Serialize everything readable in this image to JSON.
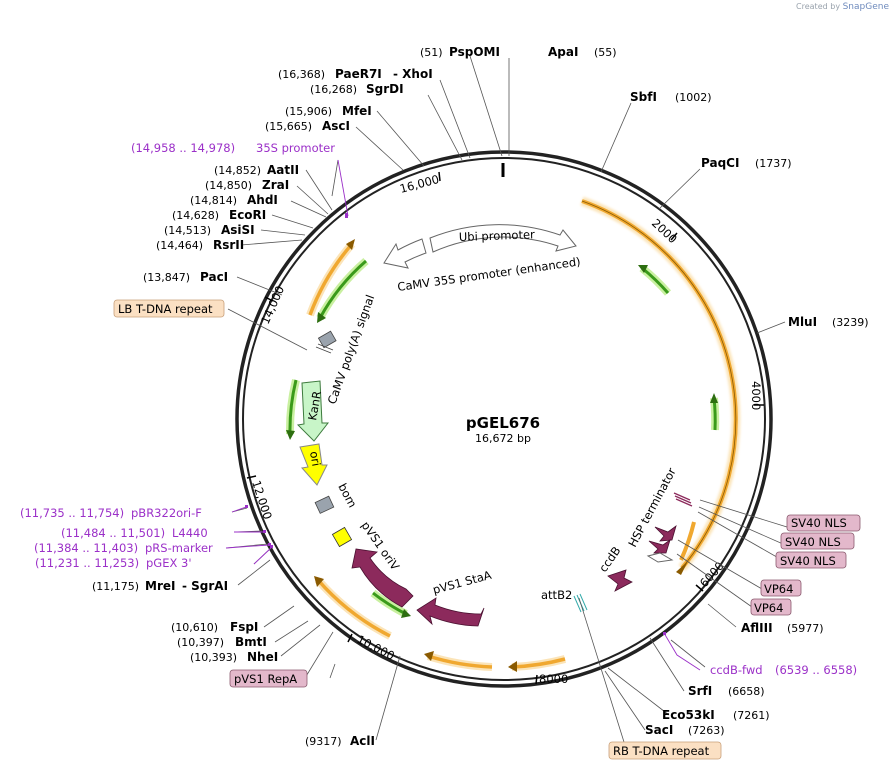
{
  "credit": {
    "prefix": "Created by",
    "brand": "SnapGene"
  },
  "plasmid": {
    "name": "pGEL676",
    "size": "16,672 bp"
  },
  "ticks": [
    {
      "label": "2000"
    },
    {
      "label": "4000"
    },
    {
      "label": "6000"
    },
    {
      "label": "8000"
    },
    {
      "label": "10,000"
    },
    {
      "label": "12,000"
    },
    {
      "label": "14,000"
    },
    {
      "label": "16,000"
    }
  ],
  "sites": [
    {
      "pos": "(51)",
      "name": "PspOMI"
    },
    {
      "name": "ApaI",
      "pos": "(55)"
    },
    {
      "pos": "(16,368)",
      "name": "PaeR7I",
      "name2": "- XhoI"
    },
    {
      "pos": "(16,268)",
      "name": "SgrDI"
    },
    {
      "name": "SbfI",
      "pos": "(1002)"
    },
    {
      "pos": "(15,906)",
      "name": "MfeI"
    },
    {
      "pos": "(15,665)",
      "name": "AscI"
    },
    {
      "name": "PaqCI",
      "pos": "(1737)"
    },
    {
      "pos": "(14,852)",
      "name": "AatII"
    },
    {
      "pos": "(14,850)",
      "name": "ZraI"
    },
    {
      "pos": "(14,814)",
      "name": "AhdI"
    },
    {
      "pos": "(14,628)",
      "name": "EcoRI"
    },
    {
      "pos": "(14,513)",
      "name": "AsiSI"
    },
    {
      "pos": "(14,464)",
      "name": "RsrII"
    },
    {
      "pos": "(13,847)",
      "name": "PacI"
    },
    {
      "name": "MluI",
      "pos": "(3239)"
    },
    {
      "pos": "(11,175)",
      "name": "MreI",
      "name2": "- SgrAI"
    },
    {
      "pos": "(10,610)",
      "name": "FspI"
    },
    {
      "pos": "(10,397)",
      "name": "BmtI"
    },
    {
      "pos": "(10,393)",
      "name": "NheI"
    },
    {
      "name": "AflIII",
      "pos": "(5977)"
    },
    {
      "name": "SrfI",
      "pos": "(6658)"
    },
    {
      "name": "Eco53kI",
      "pos": "(7261)"
    },
    {
      "name": "SacI",
      "pos": "(7263)"
    },
    {
      "pos": "(9317)",
      "name": "AclI"
    }
  ],
  "primers": [
    {
      "range": "(14,958 .. 14,978)",
      "name": "35S promoter"
    },
    {
      "range": "(11,735 .. 11,754)",
      "name": "pBR322ori-F"
    },
    {
      "range": "(11,484 .. 11,501)",
      "name": "L4440"
    },
    {
      "range": "(11,384 .. 11,403)",
      "name": "pRS-marker"
    },
    {
      "range": "(11,231 .. 11,253)",
      "name": "pGEX 3'"
    },
    {
      "name": "ccdB-fwd",
      "range": "(6539 .. 6558)"
    }
  ],
  "boxes": [
    {
      "label": "LB T-DNA repeat",
      "color": "#fbe0c3"
    },
    {
      "label": "SV40 NLS",
      "color": "#e3b8cb"
    },
    {
      "label": "SV40 NLS",
      "color": "#e3b8cb"
    },
    {
      "label": "SV40 NLS",
      "color": "#e3b8cb"
    },
    {
      "label": "VP64",
      "color": "#e3b8cb"
    },
    {
      "label": "VP64",
      "color": "#e3b8cb"
    },
    {
      "label": "pVS1 RepA",
      "color": "#e3b8cb"
    },
    {
      "label": "RB T-DNA repeat",
      "color": "#fbe0c3"
    }
  ],
  "features": {
    "ubi": "Ubi promoter",
    "camv35s": "CaMV 35S promoter (enhanced)",
    "polya": "CaMV poly(A) signal",
    "kanr": "KanR",
    "ori": "ori",
    "bom": "bom",
    "oriv": "pVS1 oriV",
    "staa": "pVS1 StaA",
    "attb2": "attB2",
    "ccdb": "ccdB",
    "hsp": "HSP terminator"
  },
  "colors": {
    "orange": "#f0a830",
    "orange_dark": "#8a5a00",
    "green": "#3a9a1a",
    "green_glow": "#c9f0a0",
    "protein": "#8c2a5c",
    "kanr": "#c8f5c8",
    "ori": "#ffff00",
    "primer": "#9b30c8"
  }
}
